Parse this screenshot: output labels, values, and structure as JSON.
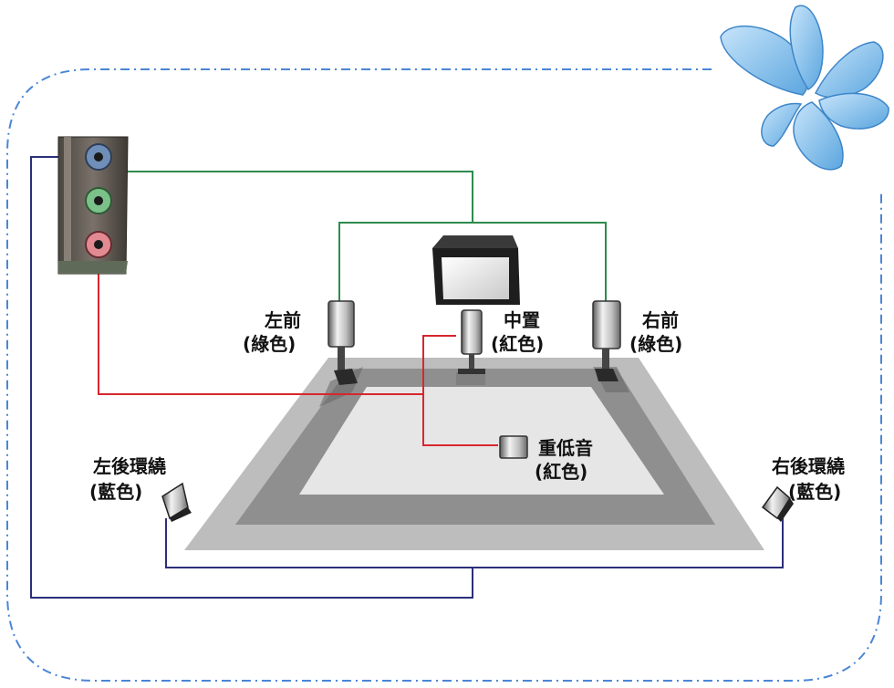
{
  "colors": {
    "frame_border": "#4a86d6",
    "green_line": "#2e8b4e",
    "red_line": "#d8262e",
    "blue_line": "#2b2f7a",
    "floor_outer": "#bdbdbd",
    "floor_mid": "#8f8f8f",
    "floor_inner": "#e6e6e6",
    "petal_fill": "#8cc6ef"
  },
  "icons": {
    "logo": "flower-petals-icon",
    "audio_panel": "audio-jack-panel-icon",
    "speaker": "speaker-icon",
    "monitor": "monitor-icon",
    "subwoofer": "subwoofer-icon"
  },
  "speakers": {
    "front_left": {
      "name": "左前",
      "color": "(綠色)"
    },
    "center": {
      "name": "中置",
      "color": "(紅色)"
    },
    "front_right": {
      "name": "右前",
      "color": "(綠色)"
    },
    "subwoofer": {
      "name": "重低音",
      "color": "(紅色)"
    },
    "rear_left": {
      "name": "左後環繞",
      "color": "(藍色)"
    },
    "rear_right": {
      "name": "右後環繞",
      "color": "(藍色)"
    }
  }
}
